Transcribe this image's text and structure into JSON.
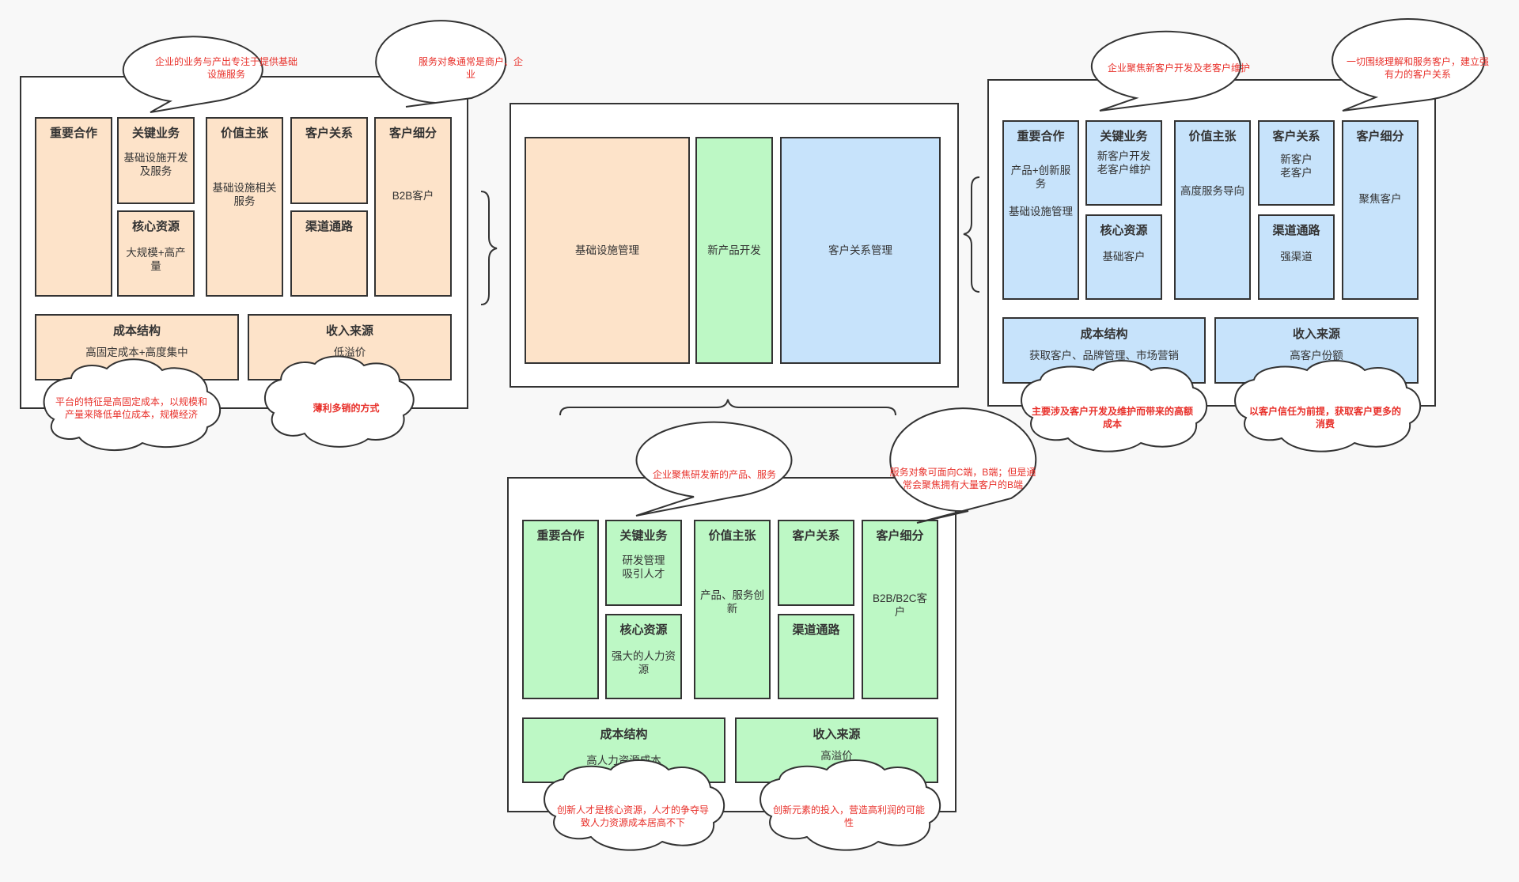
{
  "labels": {
    "key_partners": "重要合作",
    "key_activities": "关键业务",
    "value_prop": "价值主张",
    "customer_rel": "客户关系",
    "customer_seg": "客户细分",
    "key_resources": "核心资源",
    "channels": "渠道通路",
    "cost": "成本结构",
    "revenue": "收入来源"
  },
  "infra": {
    "key_activities": "基础设施开发及服务",
    "value_prop": "基础设施相关服务",
    "customer_seg": "B2B客户",
    "key_resources": "大规模+高产量",
    "cost": "高固定成本+高度集中",
    "revenue": "低溢价",
    "callout_business": "企业的业务与产出专注于提供基础设施服务",
    "callout_customers": "服务对象通常是商户、企业",
    "cloud_cost": "平台的特征是高固定成本，以规模和产量来降低单位成本，规模经济",
    "cloud_revenue": "薄利多销的方式"
  },
  "customer": {
    "key_partners": "产品+创新服务\n\n基础设施管理",
    "key_activities": "新客户开发\n老客户维护",
    "value_prop": "高度服务导向",
    "customer_rel": "新客户\n老客户",
    "customer_seg": "聚焦客户",
    "key_resources": "基础客户",
    "channels": "强渠道",
    "cost": "获取客户、品牌管理、市场营销",
    "revenue": "高客户份额",
    "callout_business": "企业聚焦新客户开发及老客户维护",
    "callout_relation": "一切围绕理解和服务客户，建立强有力的客户关系",
    "cloud_cost": "主要涉及客户开发及维护而带来的高额成本",
    "cloud_revenue": "以客户信任为前提，获取客户更多的消费"
  },
  "center": {
    "infra_mgmt": "基础设施管理",
    "new_product": "新产品开发",
    "crm": "客户关系管理"
  },
  "product": {
    "key_activities": "研发管理\n吸引人才",
    "value_prop": "产品、服务创新",
    "customer_seg": "B2B/B2C客户",
    "key_resources": "强大的人力资源",
    "cost": "高人力资源成本",
    "revenue": "高溢价",
    "callout_business": "企业聚焦研发新的产品、服务",
    "callout_customers": "服务对象可面向C端，B端；但是通常会聚焦拥有大量客户的B端",
    "cloud_cost": "创新人才是核心资源，人才的争夺导致人力资源成本居高不下",
    "cloud_revenue": "创新元素的投入，营造高利润的可能性"
  },
  "colors": {
    "orange": "#fde3c9",
    "blue": "#c7e3fb",
    "green": "#bdf8c5",
    "callout_text": "#e8302a"
  }
}
